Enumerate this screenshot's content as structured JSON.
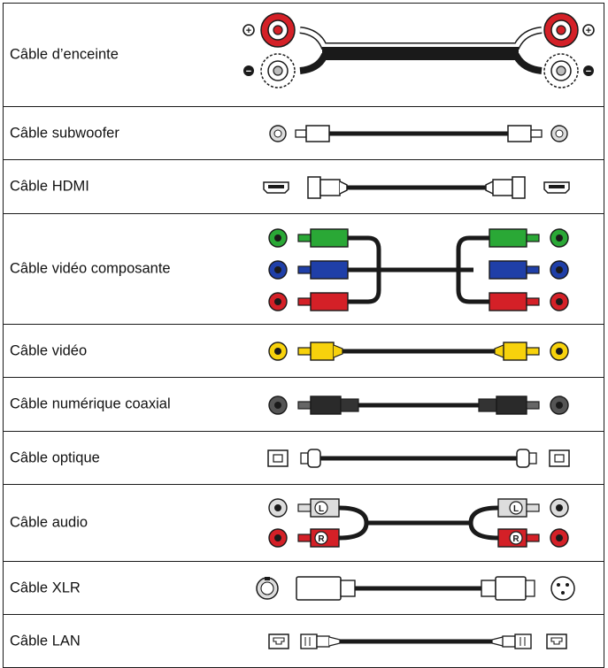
{
  "cables": [
    {
      "label": "Câble d’enceinte",
      "icon": "speaker-cable-icon"
    },
    {
      "label": "Câble subwoofer",
      "icon": "subwoofer-cable-icon"
    },
    {
      "label": "Câble HDMI",
      "icon": "hdmi-cable-icon"
    },
    {
      "label": "Câble vidéo composante",
      "icon": "component-video-cable-icon"
    },
    {
      "label": "Câble vidéo",
      "icon": "video-cable-icon"
    },
    {
      "label": "Câble numérique coaxial",
      "icon": "coaxial-digital-cable-icon"
    },
    {
      "label": "Câble optique",
      "icon": "optical-cable-icon"
    },
    {
      "label": "Câble audio",
      "icon": "audio-cable-icon"
    },
    {
      "label": "Câble XLR",
      "icon": "xlr-cable-icon"
    },
    {
      "label": "Câble LAN",
      "icon": "lan-cable-icon"
    }
  ],
  "markings": {
    "plus": "+",
    "minus": "−",
    "left": "L",
    "right": "R"
  },
  "colors": {
    "line": "#1a1a1a",
    "red": "#d42027",
    "green": "#2aa836",
    "blue": "#1f3fa8",
    "yellow": "#f7d20c",
    "grey": "#bdbdbd",
    "white_plug": "#ffffff"
  }
}
